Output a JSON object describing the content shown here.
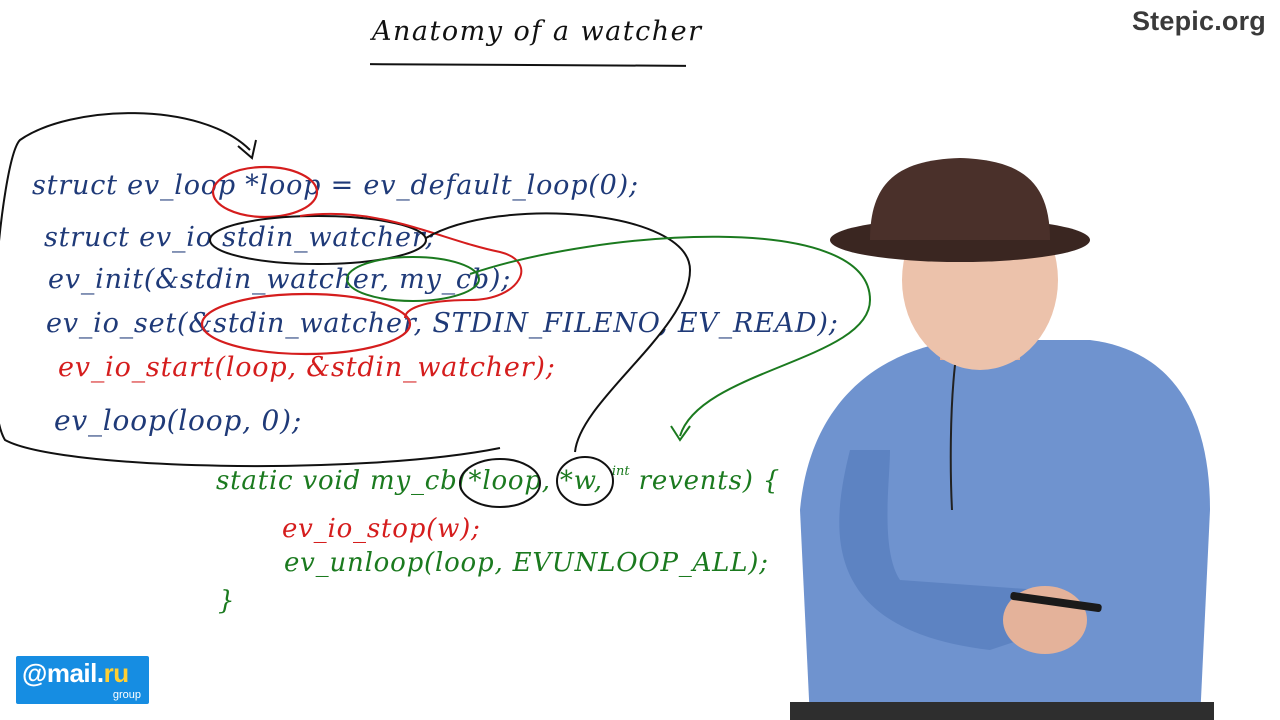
{
  "branding": {
    "site": "Stepic.org",
    "logo_main": "@mail",
    "logo_dot": ".",
    "logo_ru": "ru",
    "logo_sub": "group"
  },
  "title": "Anatomy of a watcher",
  "code": {
    "l1": "struct ev_loop *loop = ev_default_loop(0);",
    "l2": "struct ev_io stdin_watcher;",
    "l3": "ev_init(&stdin_watcher, my_cb);",
    "l4": "ev_io_set(&stdin_watcher, STDIN_FILENO, EV_READ);",
    "l5": "ev_io_start(loop, &stdin_watcher);",
    "l6": "ev_loop(loop, 0);",
    "cb_sig_a": "static void my_cb(*loop, *w, ",
    "cb_sig_int": "int",
    "cb_sig_b": " revents) {",
    "cb_body1": "ev_io_stop(w);",
    "cb_body2": "ev_unloop(loop, EVUNLOOP_ALL);",
    "cb_close": "}"
  },
  "colors": {
    "blue_ink": "#1f3a78",
    "red_ink": "#d51d1d",
    "green_ink": "#1b7a1f",
    "black_ink": "#111111",
    "logo_blue": "#168de2"
  }
}
